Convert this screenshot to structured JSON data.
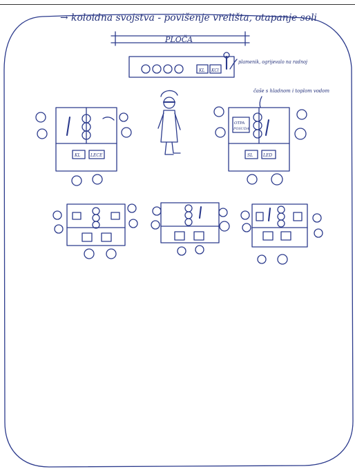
{
  "heading": "→ koloidna svojstva - povišenje vrelišta, otapanje soli",
  "board_label": "PLOČA",
  "demo_table": {
    "box_label_1": "KL",
    "box_label_2": "KCl",
    "annotation": "plamenik, ogrijevalo na radnoj"
  },
  "right_note": "čaše s hladnom i toplom vodom",
  "groups": [
    {
      "label_1": "KL",
      "label_2": "LECE"
    },
    {
      "label_1": "OTPA",
      "label_2": "POSUDA"
    },
    {
      "label_1": "SL",
      "label_2": "LED"
    }
  ],
  "colors": {
    "ink": "#2b3a8c",
    "paper": "#ffffff"
  }
}
